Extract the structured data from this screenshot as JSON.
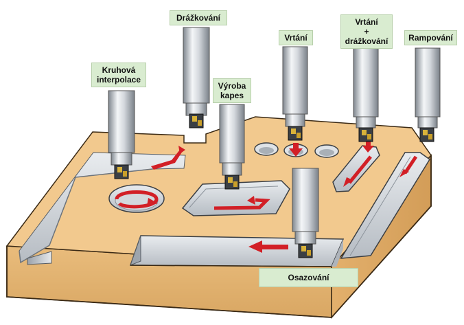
{
  "labels": {
    "drazkovani": "Drážkování",
    "kruhova_line1": "Kruhová",
    "kruhova_line2": "interpolace",
    "vyroba_line1": "Výroba",
    "vyroba_line2": "kapes",
    "vrtani": "Vrtání",
    "vrtani_drazk_line1": "Vrtání",
    "vrtani_drazk_line2": "+",
    "vrtani_drazk_line3": "drážkování",
    "rampovani": "Rampování",
    "osazovani": "Osazování"
  },
  "colors": {
    "wood_top": "#f2c98e",
    "wood_side": "#e8b877",
    "wood_front": "#dfae6c",
    "steel_light": "#eef1f4",
    "steel_mid": "#c4c9cf",
    "steel_dark": "#8c939b",
    "arrow_red": "#d21f26",
    "label_bg": "#d9ecd0"
  }
}
